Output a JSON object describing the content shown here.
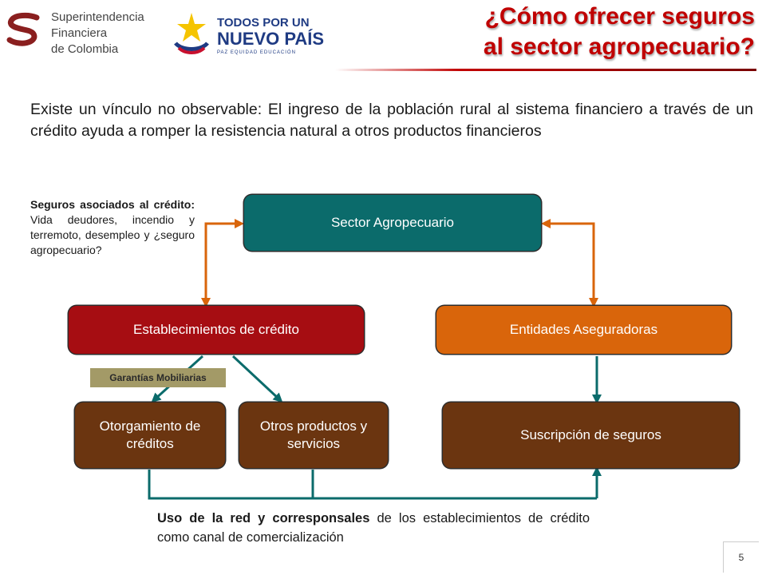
{
  "header": {
    "sfc_logo_text": [
      "Superintendencia",
      "Financiera",
      "de Colombia"
    ],
    "gov_logo_line1": "TODOS POR UN",
    "gov_logo_line2": "NUEVO PAÍS",
    "gov_logo_line3": "PAZ  EQUIDAD  EDUCACIÓN",
    "title_line1": "¿Cómo ofrecer seguros",
    "title_line2": "al sector agropecuario?"
  },
  "intro": "Existe un vínculo no observable: El ingreso de la población rural al sistema financiero a través de un crédito ayuda a romper la resistencia natural a otros productos financieros",
  "side_note": {
    "bold": "Seguros asociados al crédito:",
    "rest": " Vida deudores, incendio y terremoto, desempleo y ¿seguro agropecuario?"
  },
  "nodes": {
    "sector": "Sector Agropecuario",
    "establecimientos": "Establecimientos de crédito",
    "aseguradoras": "Entidades Aseguradoras",
    "otorgamiento": "Otorgamiento de créditos",
    "otros": "Otros productos y servicios",
    "suscripcion": "Suscripción de seguros"
  },
  "tag": "Garantías Mobiliarias",
  "bottom_note": {
    "bold": "Uso de la red y corresponsales",
    "rest": " de los establecimientos de crédito como canal de comercialización"
  },
  "page_number": "5",
  "colors": {
    "title": "#c00000",
    "sector": "#0b6b6b",
    "establecimientos": "#a60d12",
    "aseguradoras": "#d9650b",
    "products": "#6b3510",
    "orange_connector": "#d9650b",
    "teal_connector": "#0b6b6b",
    "tag": "#a39a67"
  }
}
